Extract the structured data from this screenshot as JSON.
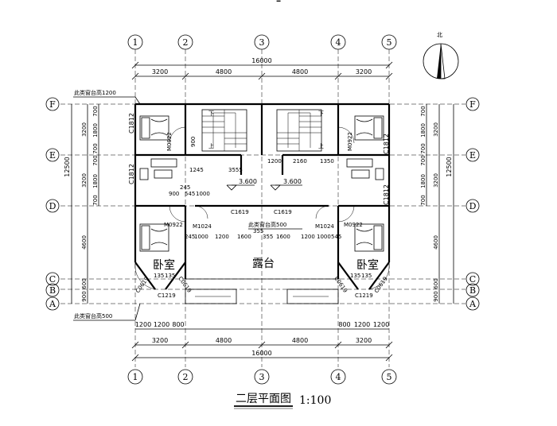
{
  "grid_x": [
    "1",
    "2",
    "3",
    "4",
    "5"
  ],
  "grid_y": [
    "F",
    "E",
    "D",
    "C",
    "B",
    "A"
  ],
  "dims_top": [
    "3200",
    "4800",
    "4800",
    "3200"
  ],
  "dims_bottom": [
    "3200",
    "4800",
    "4800",
    "3200"
  ],
  "overall": "16000",
  "bottom_sub": [
    "1200",
    "1200",
    "800",
    "800",
    "1200",
    "1200"
  ],
  "left_dims_a": [
    "700",
    "1800",
    "700",
    "700",
    "1800",
    "700"
  ],
  "left_dims_b": [
    "3200",
    "3200",
    "4600",
    "600",
    "900"
  ],
  "total_v": "12500",
  "notes": {
    "sill_1200": "此类窗台高1200",
    "sill_500_mid": "此类窗台高500",
    "sill_500_bottom": "此类窗台高500"
  },
  "labels": {
    "c1812": "C1812",
    "m0922": "M0922",
    "c1619": "C1619",
    "m1024": "M1024",
    "c1219": "C1219",
    "c0619": "C0619",
    "elev": "3.600",
    "terrace": "露台",
    "bedroom": "卧室",
    "down": "下",
    "up": "上"
  },
  "inner_dims": [
    "900",
    "1245",
    "3555",
    "1200",
    "2160",
    "1350",
    "900",
    "245",
    "545",
    "1000",
    "245",
    "1000",
    "1200",
    "1600",
    "355",
    "355",
    "1600",
    "1200",
    "1000",
    "545",
    "135",
    "135",
    "135",
    "135"
  ],
  "north": "北",
  "title": "二层平面图",
  "scale": "1:100"
}
